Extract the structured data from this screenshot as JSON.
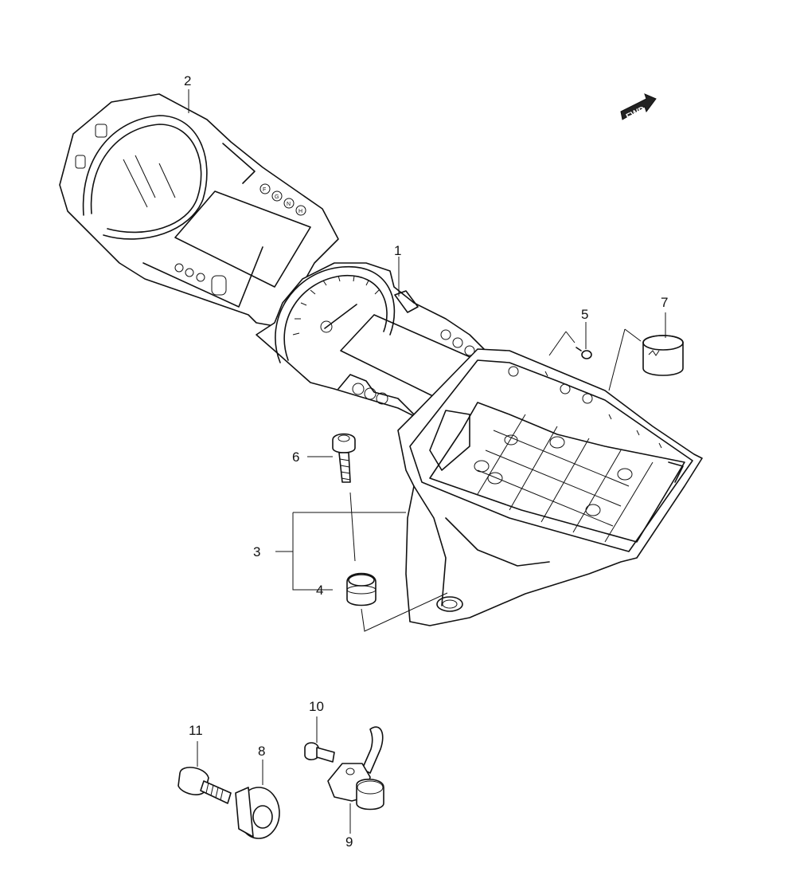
{
  "fwd_label": "FWD",
  "callouts": {
    "p1": "1",
    "p2": "2",
    "p3": "3",
    "p4": "4",
    "p5": "5",
    "p6": "6",
    "p7": "7",
    "p8": "8",
    "p9": "9",
    "p10": "10",
    "p11": "11"
  },
  "speedometer_panel": {
    "indicator_letters": [
      "F",
      "G",
      "N",
      "H"
    ]
  }
}
